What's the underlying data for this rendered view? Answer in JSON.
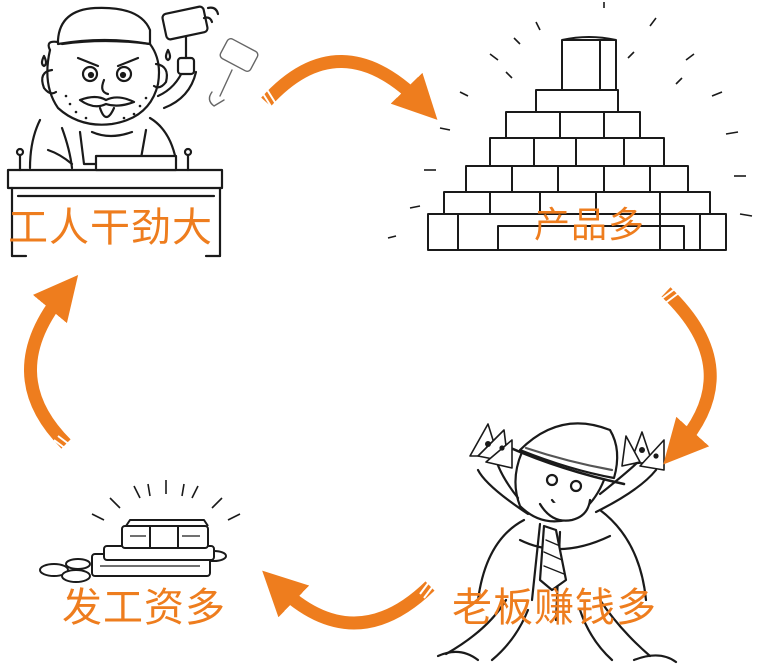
{
  "colors": {
    "accent": "#EE7D1E",
    "ink": "#1a1a1a"
  },
  "nodes": [
    {
      "id": "workers",
      "label": "工人干劲大",
      "icon": "worker-hammering-icon"
    },
    {
      "id": "products",
      "label": "产品多",
      "icon": "product-pile-icon"
    },
    {
      "id": "boss",
      "label": "老板赚钱多",
      "icon": "rich-boss-icon"
    },
    {
      "id": "wages",
      "label": "发工资多",
      "icon": "money-stack-icon"
    }
  ],
  "cycle_order": [
    "workers",
    "products",
    "boss",
    "wages"
  ]
}
